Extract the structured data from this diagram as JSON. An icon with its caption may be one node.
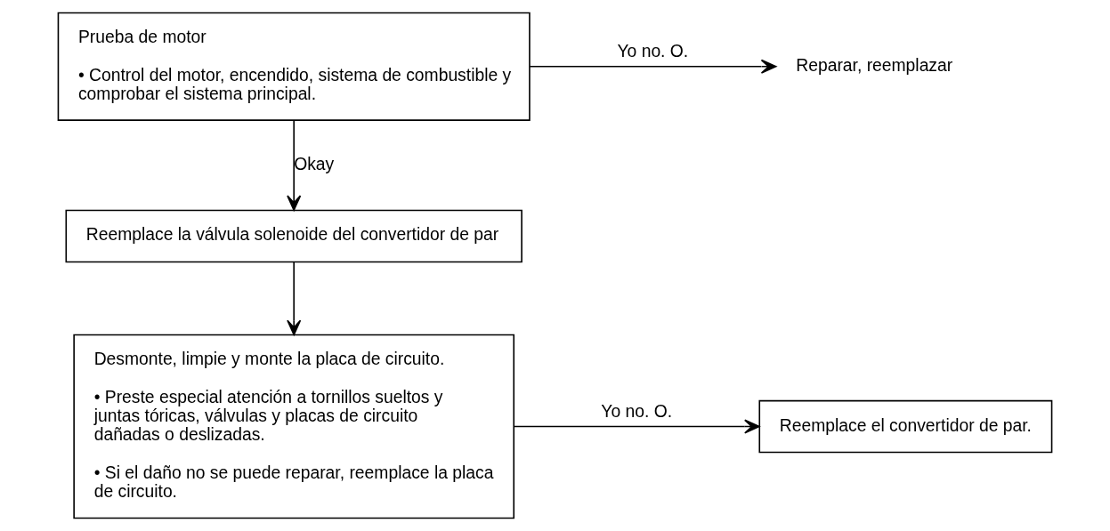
{
  "diagram": {
    "nodes": [
      {
        "text": [
          "Prueba de motor",
          "• Control del motor, encendido, sistema de combustible y comprobar el sistema principal."
        ]
      },
      {
        "text": [
          "Reparar, reemplazar"
        ]
      },
      {
        "text": [
          "Reemplace la válvula solenoide del convertidor de par"
        ]
      },
      {
        "text": [
          "Desmonte, limpie y monte la placa de circuito.",
          "• Preste especial atención a tornillos sueltos y juntas tóricas, válvulas y placas de circuito dañadas o deslizadas.",
          "• Si el daño no se puede reparar, reemplace la placa de circuito."
        ]
      },
      {
        "text": [
          "Reemplace el convertidor de par."
        ]
      }
    ],
    "edges": [
      {
        "from": 0,
        "to": 1,
        "arrow": "to",
        "label": "Yo no. O."
      },
      {
        "from": 0,
        "to": 2,
        "arrow": "to",
        "label": "Okay"
      },
      {
        "from": 2,
        "to": 3,
        "arrow": "to"
      },
      {
        "from": 3,
        "to": 4,
        "arrow": "to",
        "label": "Yo no. O."
      }
    ]
  }
}
